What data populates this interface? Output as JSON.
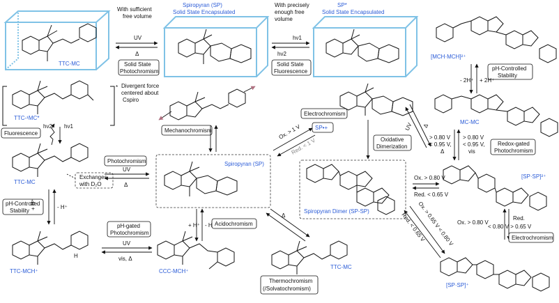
{
  "top_states": {
    "left": {
      "label": "TTC-MC"
    },
    "middle": {
      "title_line1": "Spiropyran (SP)",
      "title_line2": "Solid State Encapsulated"
    },
    "right": {
      "title_line1": "SP*",
      "title_line2": "Solid State Encapsulated"
    }
  },
  "top_transitions": {
    "left": {
      "above_line1": "With sufficient",
      "above_line2": "free volume",
      "forward": "UV",
      "reverse": "Δ",
      "box_line1": "Solid State",
      "box_line2": "Photochromism"
    },
    "right": {
      "above_line1": "With precisely",
      "above_line2": "enough free",
      "above_line3": "volume",
      "forward": "hν1",
      "reverse": "hν2",
      "box_line1": "Solid State",
      "box_line2": "Fluorescence"
    }
  },
  "left_column": {
    "ttc_singlet": "TTC-¹MC*",
    "fluorescence_box": "Fluorescence",
    "hv2": "hν2",
    "hv1": "hν1",
    "ttc_mc": "TTC-MC",
    "exchange_line1": "Exchanges",
    "exchange_line2": "with D₂O",
    "ph_box_line1": "pH-Controlled",
    "ph_box_line2": "Stability",
    "h_plus": "+ H⁺",
    "h_minus": "- H⁺",
    "ttc_mch": "TTC-MCH⁺"
  },
  "center": {
    "divergent_line1": "Divergent force",
    "divergent_line2": "centered about",
    "divergent_line3": "Cspiro",
    "mechano_box": "Mechanochromism",
    "photo_box": "Photochromism",
    "uv": "UV",
    "delta": "Δ",
    "sp_label": "Spiropyran (SP)",
    "acido_box": "Acidochromism",
    "h_plus": "+ H⁺",
    "h_minus": "- H⁺",
    "ph_gated_line1": "pH-gated",
    "ph_gated_line2": "Photochromism",
    "uv2": "UV",
    "vis_delta": "vis, Δ",
    "ccc_mch": "CCC-MCH⁺",
    "thermo_line1": "Thermochromism",
    "thermo_line2": "(/Solvatochromism)",
    "ttc_mc2": "TTC-MC",
    "delta2": "Δ"
  },
  "middle_right": {
    "electro_box": "Electrochromism",
    "ox_label": "Ox. > 1 V",
    "red_label": "Red. < 1 V",
    "sp_radical": "SP•+",
    "oxidative_line1": "Oxidative",
    "oxidative_line2": "Dimerization",
    "dimer_label": "Spiropyran Dimer (SP-SP)",
    "uv": "UV",
    "delta": "Δ"
  },
  "right_column": {
    "mch_mch": "[MCH·MCH]²⁺",
    "ph_box_line1": "pH-Controlled",
    "ph_box_line2": "Stability",
    "minus_2h": "- 2H⁺",
    "plus_2h": "+ 2H⁺",
    "mc_mc": "MC-MC",
    "gt080": "> 0.80 V",
    "lt095": "< 0.95 V,",
    "delta_r": "Δ",
    "gt080b": "> 0.80 V",
    "lt095b": "< 0.95 V,",
    "vis": "vis",
    "redox_line1": "Redox-gated",
    "redox_line2": "Photochromism",
    "ox080": "Ox. > 0.80 V",
    "red065": "Red. < 0.65 V",
    "spsp2": "[SP·SP]²⁺",
    "ox080b": "Ox. > 0.80 V",
    "red_word": "Red.",
    "red_range": "< 0.80 V > 0.65 V",
    "electro_box": "Electrochromism",
    "diag_ox": "Ox. > 0.65 V < 0.80 V",
    "diag_red": "Red. < 0.65 V",
    "spsp1": "[SP·SP]⁺"
  }
}
